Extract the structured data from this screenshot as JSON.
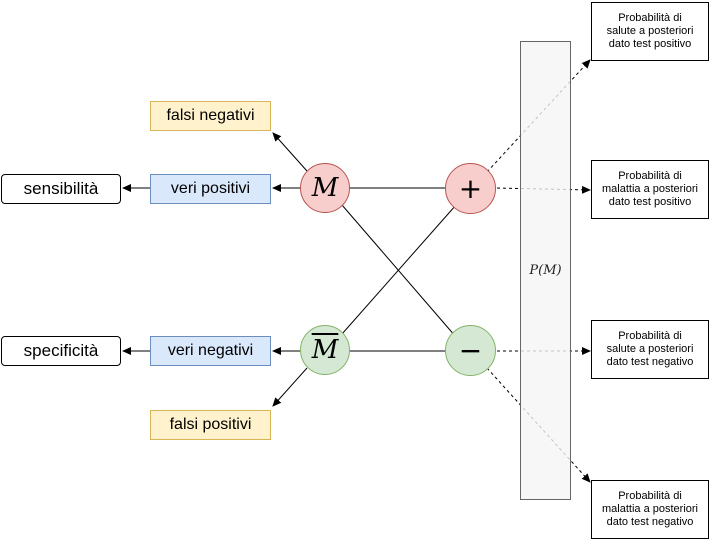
{
  "nodes": {
    "m": "M",
    "m_bar": "M",
    "plus": "+",
    "minus": "−"
  },
  "prior_label": "P(M)",
  "measures": {
    "sensitivity": "sensibilità",
    "specificity": "specificità"
  },
  "outcomes": {
    "false_negatives": "falsi negativi",
    "true_positives": "veri positivi",
    "true_negatives": "veri negativi",
    "false_positives": "falsi positivi"
  },
  "posteriors": {
    "health_given_positive": "Probabilità di\nsalute a posteriori\ndato test positivo",
    "disease_given_positive": "Probabilità di\nmalattia a posteriori\ndato test positivo",
    "health_given_negative": "Probabilità di\nsalute a posteriori\ndato test negativo",
    "disease_given_negative": "Probabilità di\nmalattia a posteriori\ndato test negativo"
  },
  "colors": {
    "disease_fill": "#f8cecc",
    "disease_stroke": "#b85450",
    "healthy_fill": "#d5e8d4",
    "healthy_stroke": "#82b366",
    "blue_fill": "#dae8fc",
    "yellow_fill": "#fff2cc"
  }
}
